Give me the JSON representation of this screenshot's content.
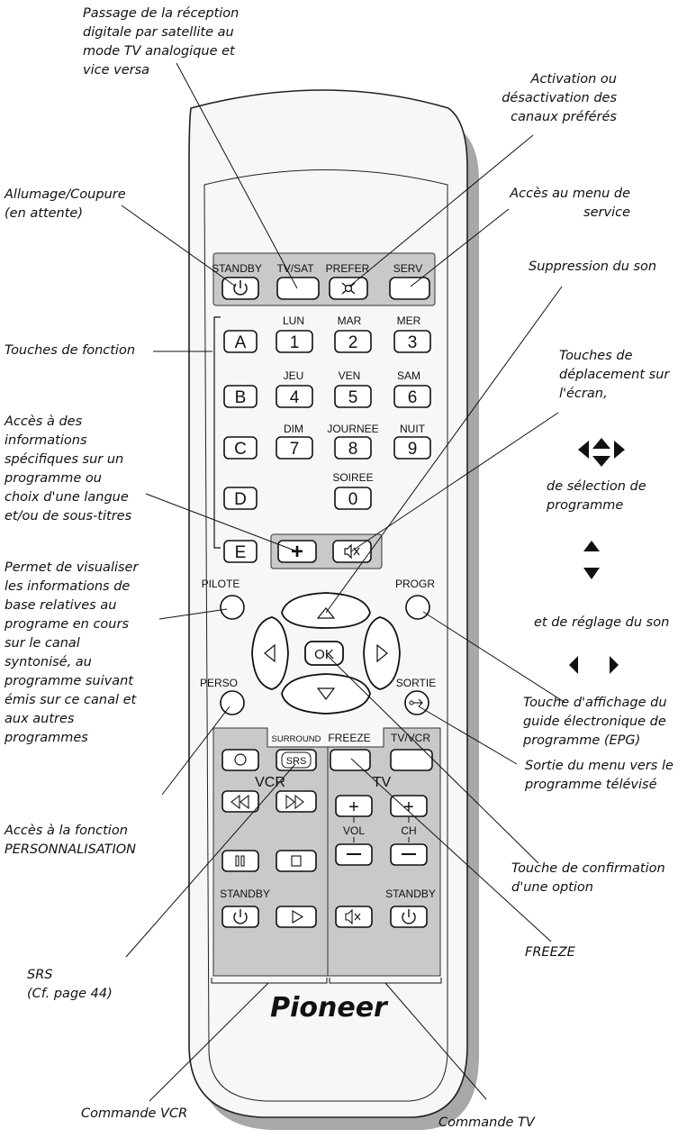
{
  "remote": {
    "brand": "Pioneer",
    "buttons": {
      "standby": "STANDBY",
      "tvsat": "TV/SAT",
      "prefer": "PREFER",
      "serv": "SERV",
      "lun": "LUN",
      "mar": "MAR",
      "mer": "MER",
      "jeu": "JEU",
      "ven": "VEN",
      "sam": "SAM",
      "dim": "DIM",
      "journee": "JOURNEE",
      "nuit": "NUIT",
      "soiree": "SOIREE",
      "a": "A",
      "b": "B",
      "c": "C",
      "d": "D",
      "e": "E",
      "n1": "1",
      "n2": "2",
      "n3": "3",
      "n4": "4",
      "n5": "5",
      "n6": "6",
      "n7": "7",
      "n8": "8",
      "n9": "9",
      "n0": "0",
      "plus": "+",
      "pilote": "PILOTE",
      "progr": "PROGR",
      "perso": "PERSO",
      "sortie": "SORTIE",
      "ok": "OK",
      "surround": "SURROUND",
      "srs": "SRS",
      "freeze": "FREEZE",
      "tvvcr": "TV/VCR",
      "vcr": "VCR",
      "tv": "TV",
      "vol": "VOL",
      "ch": "CH",
      "vcr_standby": "STANDBY",
      "tv_standby": "STANDBY"
    }
  },
  "annotations": {
    "tvsat": "Passage de la réception\ndigitale par satellite au\nmode TV analogique et\nvice versa",
    "prefer": "Activation ou\ndésactivation des\ncanaux préférés",
    "standby": "Allumage/Coupure\n(en attente)",
    "serv": "Accès au menu de\nservice",
    "mute": "Suppression du son",
    "function_keys": "Touches de fonction",
    "nav_screen": "Touches de\ndéplacement sur\nl'écran,",
    "info": "Accès à des\ninformations\nspécifiques sur un\nprogramme ou\nchoix d'une langue\net/ou de sous-titres",
    "prog_select": "de sélection de\nprogramme",
    "pilote": "Permet de visualiser\nles informations de\nbase relatives au\nprograme en cours\nsur le canal\nsyntonisé, au\nprogramme suivant\némis sur ce canal et\naux autres\nprogrammes",
    "sound": "et de réglage du son",
    "epg": "Touche d'affichage du\nguide électronique de\nprogramme (EPG)",
    "sortie": "Sortie du menu vers le\nprogramme télévisé",
    "perso": "Accès à la fonction\nPERSONNALISATION",
    "ok": "Touche de confirmation\nd'une option",
    "freeze": "FREEZE",
    "srs": "SRS\n(Cf. page 44)",
    "vcr_cmd": "Commande VCR",
    "tv_cmd": "Commande TV"
  }
}
